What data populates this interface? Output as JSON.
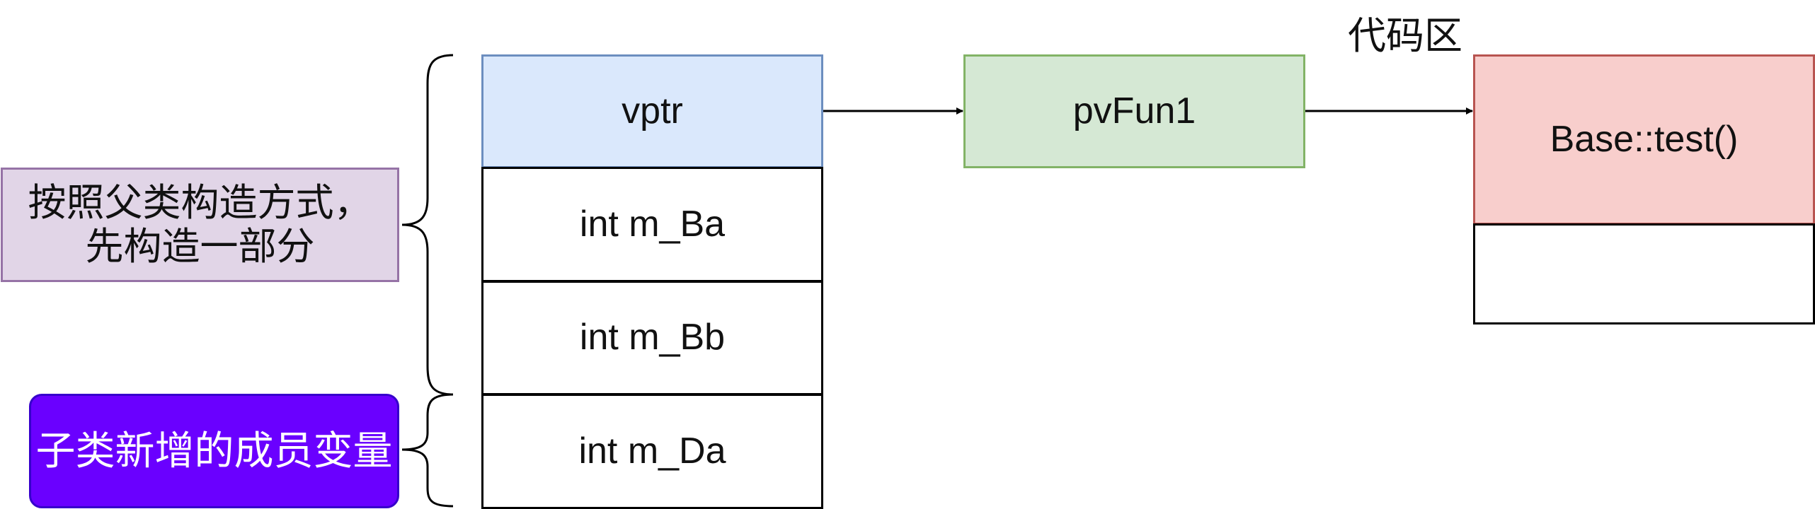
{
  "memory_layout": {
    "vptr": "vptr",
    "fields": [
      "int m_Ba",
      "int m_Bb",
      "int m_Da"
    ]
  },
  "vtable": {
    "entry": "pvFun1"
  },
  "code_area": {
    "title": "代码区",
    "function": "Base::test()"
  },
  "notes": {
    "parent_line1": "按照父类构造方式，",
    "parent_line2": "先构造一部分",
    "child": "子类新增的成员变量"
  },
  "colors": {
    "vptr_fill": "#dae8fc",
    "vptr_stroke": "#6c8ebf",
    "vtable_fill": "#d5e8d4",
    "vtable_stroke": "#82b366",
    "code_fill": "#f8cecc",
    "code_stroke": "#b85450",
    "parent_note_fill": "#e1d5e7",
    "parent_note_stroke": "#9673a6",
    "child_note_fill": "#6a00ff"
  }
}
